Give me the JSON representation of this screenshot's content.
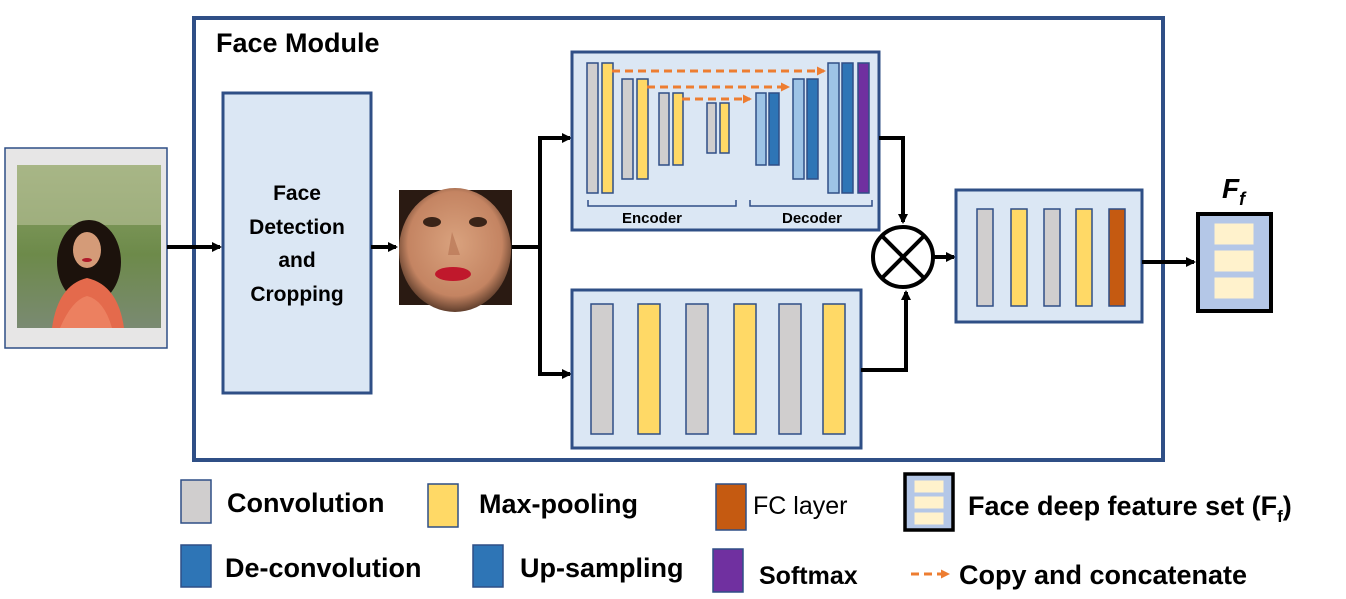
{
  "module": {
    "title": "Face Module"
  },
  "detection_block": {
    "label_lines": [
      "Face",
      "Detection",
      "and",
      "Cropping"
    ]
  },
  "unet": {
    "encoder_label": "Encoder",
    "decoder_label": "Decoder"
  },
  "output": {
    "label_main": "F",
    "label_sub": "f"
  },
  "legend": {
    "convolution": "Convolution",
    "max_pooling": "Max-pooling",
    "fc_layer": "FC layer",
    "feature_set_main": "Face deep feature set (F",
    "feature_set_sub": "f",
    "feature_set_close": ")",
    "deconvolution": "De-convolution",
    "upsampling": "Up-sampling",
    "softmax": "Softmax",
    "copy_concat": "Copy and concatenate"
  },
  "colors": {
    "module_border": "#2f4f86",
    "block_fill": "#dbe7f4",
    "convolution": "#d0cece",
    "max_pooling": "#ffd966",
    "deconvolution": "#2e75b6",
    "deconv_light": "#9dc3e6",
    "upsampling": "#2e75b6",
    "softmax": "#7030a0",
    "fc_layer": "#c55a11",
    "copy_arrow": "#ed7d31",
    "feature_cell": "#fff2cc",
    "feature_bg": "#b4c7e7"
  }
}
